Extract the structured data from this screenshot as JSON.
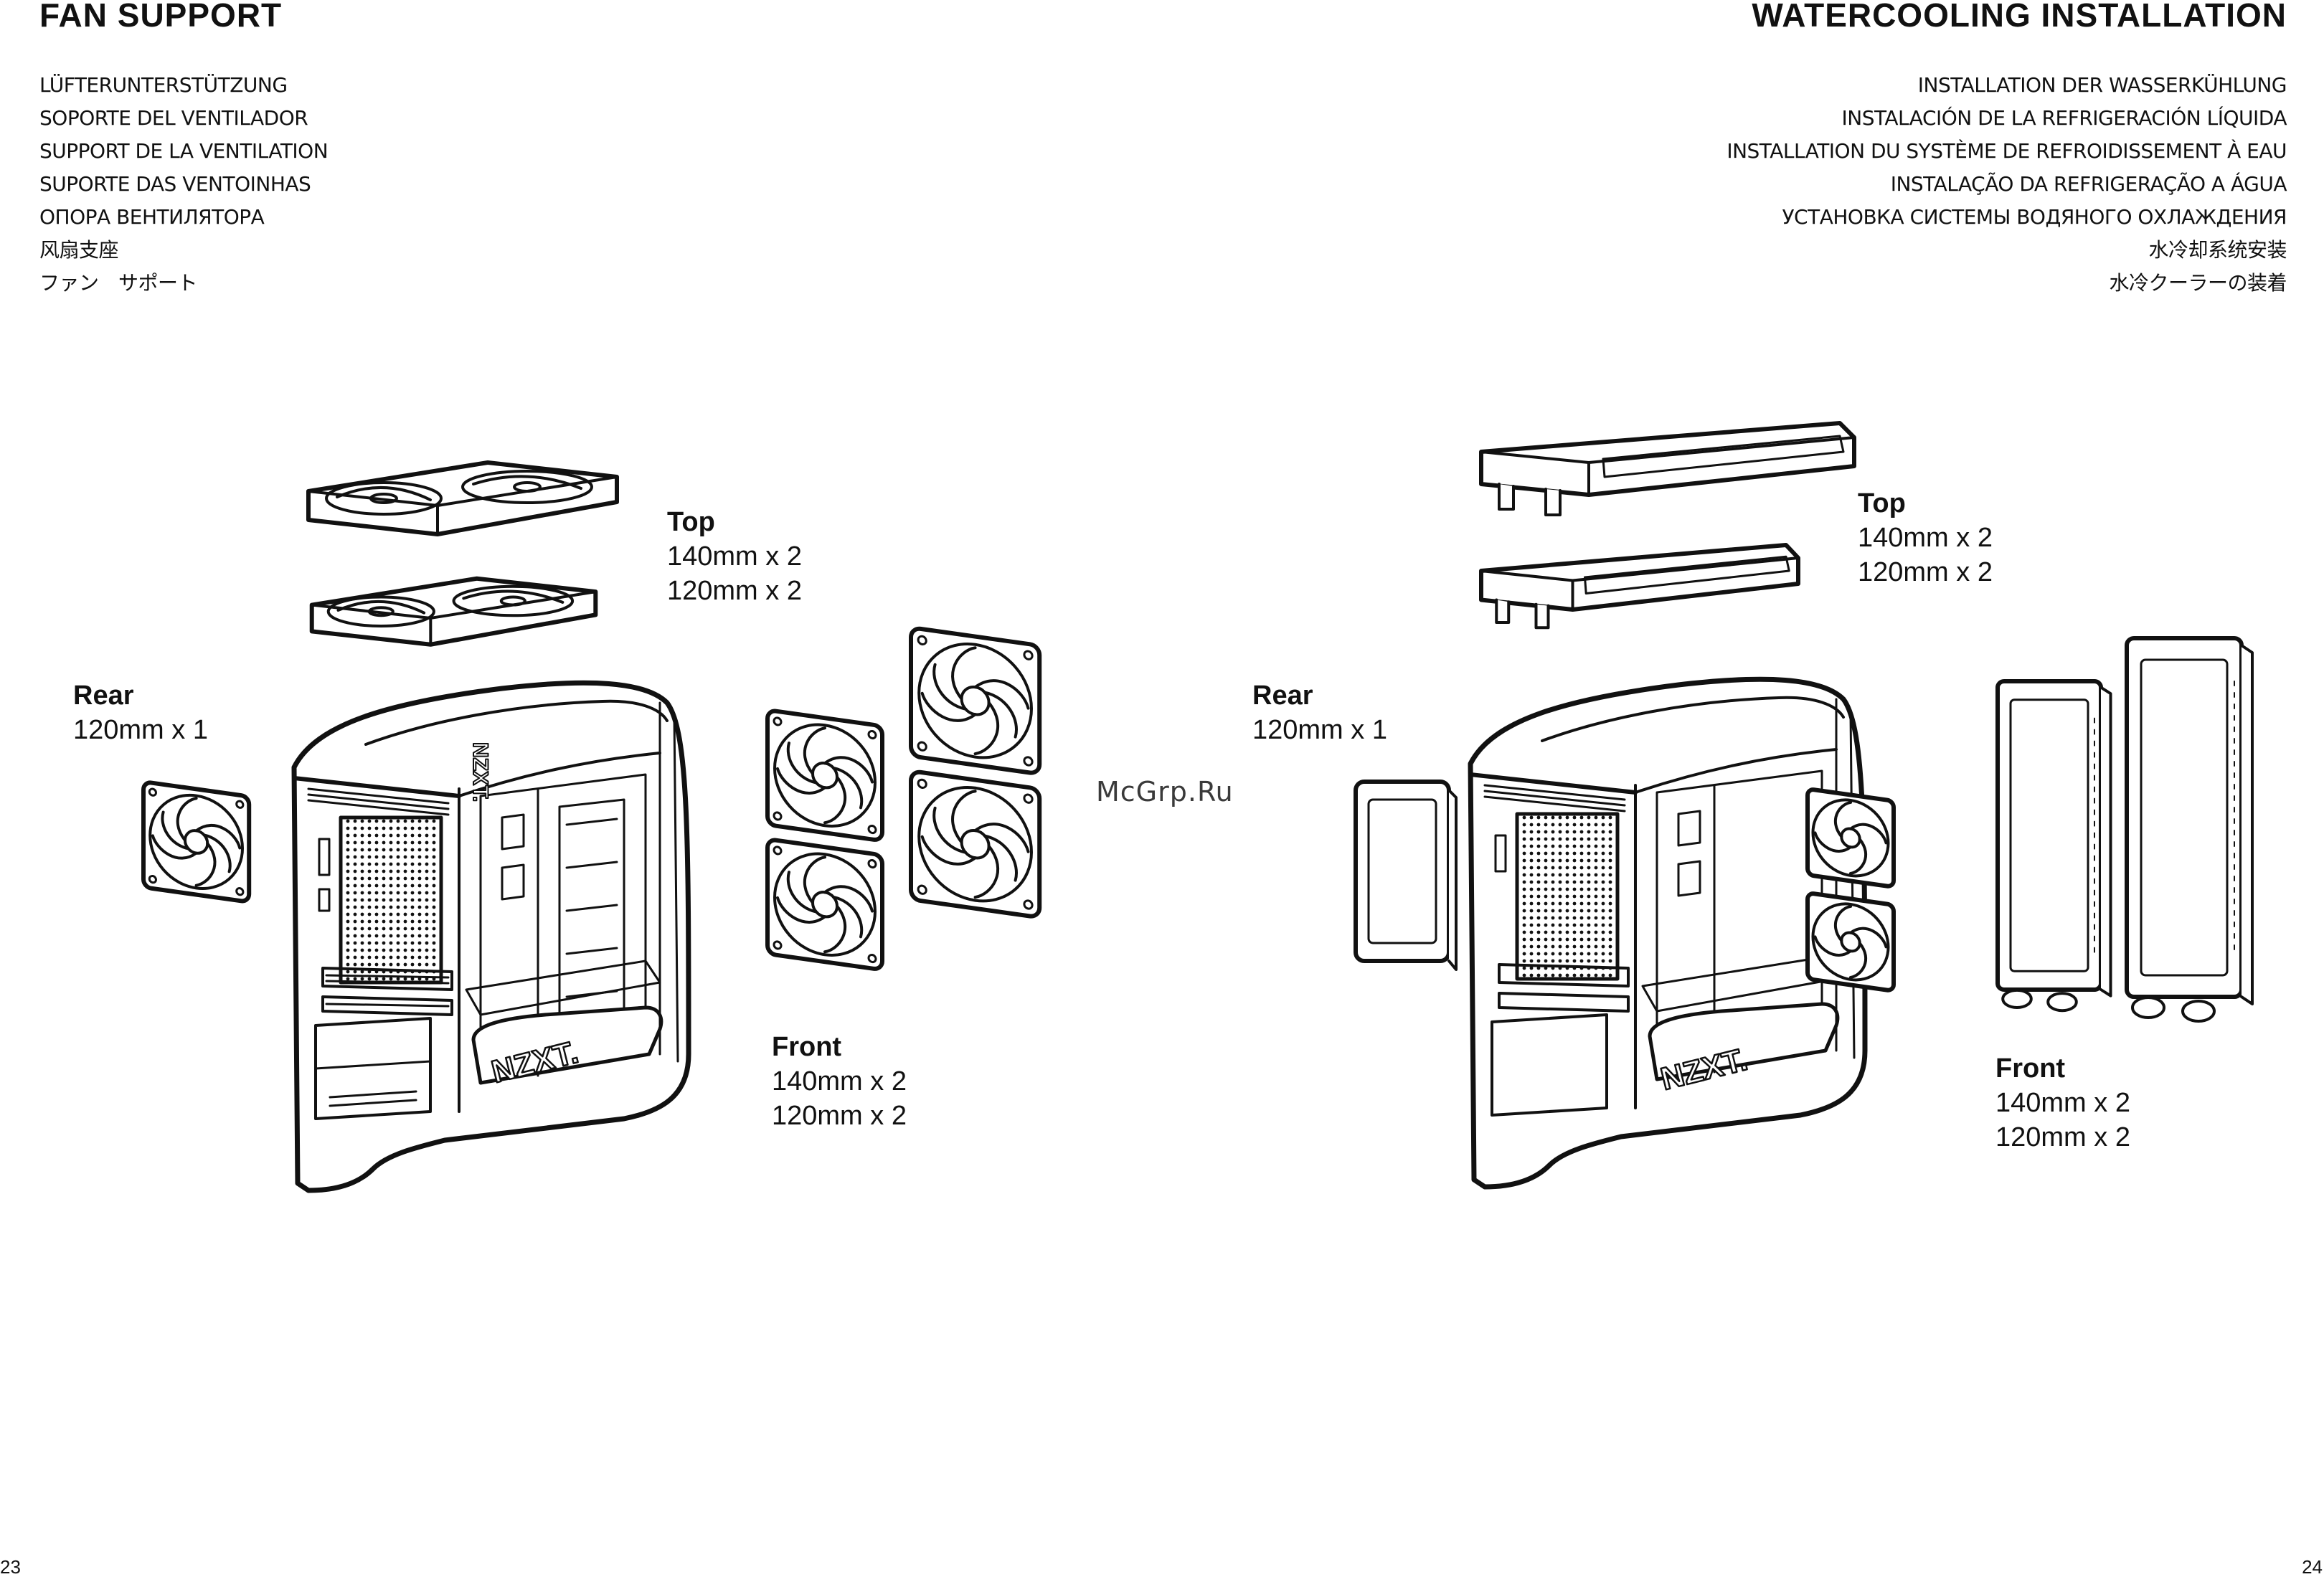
{
  "left": {
    "title": "FAN SUPPORT",
    "translations": [
      "LÜFTERUNTERSTÜTZUNG",
      "SOPORTE DEL VENTILADOR",
      "SUPPORT DE LA VENTILATION",
      "SUPORTE DAS VENTOINHAS",
      "ОПОРА ВЕНТИЛЯТОРА",
      "风扇支座",
      "ファン　サポート"
    ],
    "labels": {
      "top": {
        "heading": "Top",
        "line1": "140mm x 2",
        "line2": "120mm x 2"
      },
      "rear": {
        "heading": "Rear",
        "line1": "120mm x 1"
      },
      "front": {
        "heading": "Front",
        "line1": "140mm x 2",
        "line2": "120mm x 2"
      }
    },
    "case_logo": "NZXT.",
    "page_number": "23"
  },
  "right": {
    "title": "WATERCOOLING INSTALLATION",
    "translations": [
      "INSTALLATION DER WASSERKÜHLUNG",
      "INSTALACIÓN DE LA REFRIGERACIÓN LÍQUIDA",
      "INSTALLATION DU SYSTÈME DE REFROIDISSEMENT À EAU",
      "INSTALAÇÃO DA REFRIGERAÇÃO A ÁGUA",
      "УСТАНОВКА СИСТЕМЫ ВОДЯНОГО ОХЛАЖДЕНИЯ",
      "水冷却系统安装",
      "水冷クーラーの装着"
    ],
    "labels": {
      "top": {
        "heading": "Top",
        "line1": "140mm x 2",
        "line2": "120mm x 2"
      },
      "rear": {
        "heading": "Rear",
        "line1": "120mm x 1"
      },
      "front": {
        "heading": "Front",
        "line1": "140mm x 2",
        "line2": "120mm x 2"
      }
    },
    "case_logo": "NZXT.",
    "page_number": "24"
  },
  "watermark": "McGrp.Ru",
  "colors": {
    "ink": "#111111",
    "background": "#ffffff"
  }
}
